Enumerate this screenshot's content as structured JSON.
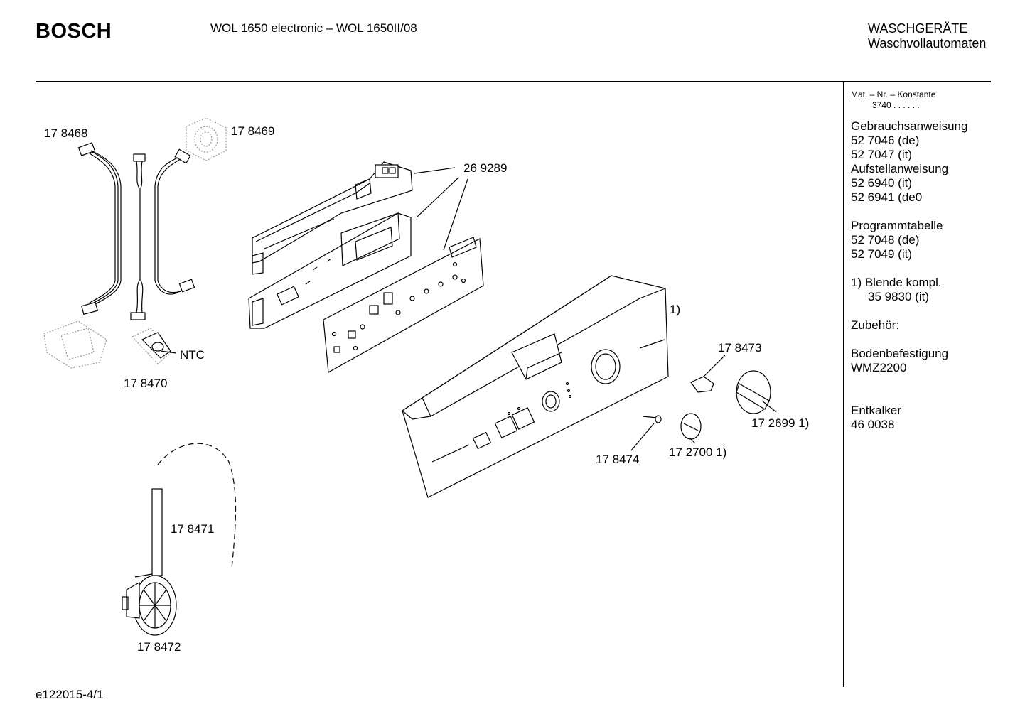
{
  "header": {
    "brand": "BOSCH",
    "model": "WOL 1650 electronic – WOL 1650II/08",
    "category_line1": "WASCHGERÄTE",
    "category_line2": "Waschvollautomaten"
  },
  "sidebar": {
    "mat_label": "Mat. – Nr. – Konstante",
    "mat_value": "3740  .  .   .  .  .  .",
    "gebrauch_title": "Gebrauchsanweisung",
    "gebrauch_1": "52 7046 (de)",
    "gebrauch_2": "52 7047 (it)",
    "aufstell_title": "Aufstellanweisung",
    "aufstell_1": "52 6940 (it)",
    "aufstell_2": "52 6941 (de0",
    "programm_title": "Programmtabelle",
    "programm_1": "52 7048 (de)",
    "programm_2": "52 7049 (it)",
    "blende_title": "1) Blende kompl.",
    "blende_value": "35 9830 (it)",
    "zubehoer_title": "Zubehör:",
    "boden_title": "Bodenbefestigung",
    "boden_value": "WMZ2200",
    "entkalker_title": "Entkalker",
    "entkalker_value": "46 0038"
  },
  "labels": {
    "p8468": "17 8468",
    "p8469": "17 8469",
    "p9289": "26 9289",
    "ntc": "NTC",
    "p8470": "17 8470",
    "note1": "1)",
    "p8473": "17 8473",
    "p2699": "17 2699 1)",
    "p8474": "17 8474",
    "p2700": "17 2700 1)",
    "p8471": "17 8471",
    "p8472": "17 8472"
  },
  "footer": {
    "code": "e122015-4/1"
  }
}
